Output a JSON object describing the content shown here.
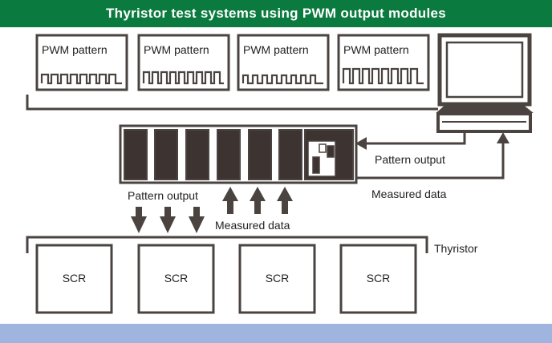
{
  "banner": {
    "title": "Thyristor test systems using PWM output modules"
  },
  "pwm_patterns": [
    {
      "label": "PWM pattern"
    },
    {
      "label": "PWM pattern"
    },
    {
      "label": "PWM pattern"
    },
    {
      "label": "PWM pattern"
    }
  ],
  "plc_side": {
    "pattern_output_label": "Pattern output",
    "measured_data_label": "Measured data"
  },
  "thyristor_side": {
    "pattern_output_label": "Pattern output",
    "measured_data_label": "Measured data",
    "group_label": "Thyristor"
  },
  "scr_units": [
    {
      "label": "SCR"
    },
    {
      "label": "SCR"
    },
    {
      "label": "SCR"
    },
    {
      "label": "SCR"
    }
  ],
  "colors": {
    "banner_bg": "#0b7a3e",
    "bottom_strip": "#9fb5e0",
    "line": "#4a4340",
    "module_fill": "#3d3331"
  }
}
